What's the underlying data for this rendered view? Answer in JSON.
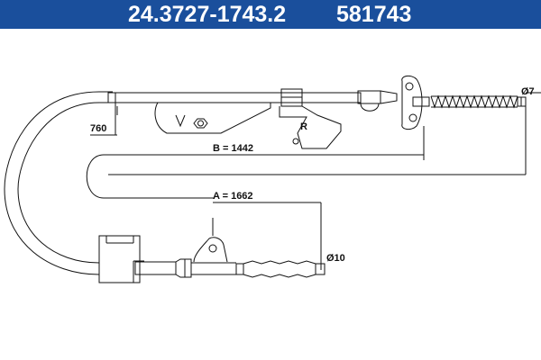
{
  "header": {
    "part_number": "24.3727-1743.2",
    "reference": "581743",
    "background_color": "#1a4f9c",
    "text_color": "#ffffff"
  },
  "dimensions": {
    "dim_760": "760",
    "dim_b": "B = 1442",
    "dim_a": "A = 1662",
    "dia_7": "Ø7",
    "dia_10": "Ø10",
    "side_mark": "R"
  },
  "drawing": {
    "line_color": "#111111"
  }
}
